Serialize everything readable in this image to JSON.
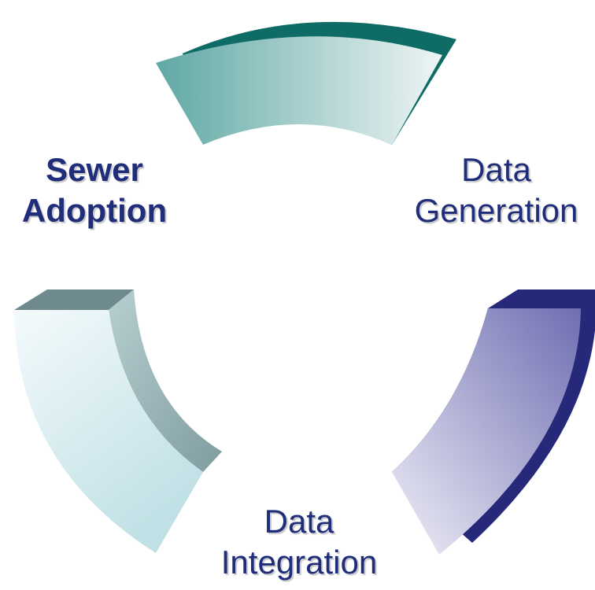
{
  "diagram": {
    "labels": {
      "sewer_adoption": {
        "line1": "Sewer",
        "line2": "Adoption"
      },
      "data_generation": {
        "line1": "Data",
        "line2": "Generation"
      },
      "data_integration": {
        "line1": "Data",
        "line2": "Integration"
      }
    },
    "colors": {
      "label_text": "#1f2d7a",
      "teal_dark": "#0e6b66",
      "teal_mid": "#5fa8a4",
      "teal_light": "#e8f2f1",
      "navy_dark": "#26287a",
      "navy_mid": "#7676b8",
      "navy_light": "#ecebf5",
      "slate_dark": "#6f8a8c",
      "slate_mid": "#9dbabd",
      "pale_light": "#f2f9fb",
      "pale_cyan": "#c9e4e8"
    }
  }
}
